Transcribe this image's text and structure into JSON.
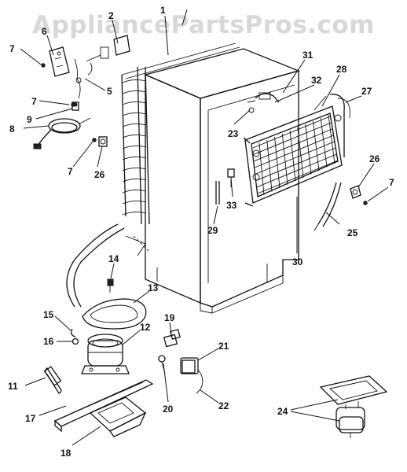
{
  "watermark": "AppliancePartsPros.com",
  "callouts": {
    "c1": "1",
    "c2": "2",
    "c5": "5",
    "c6": "6",
    "c7a": "7",
    "c7b": "7",
    "c7c": "7",
    "c7d": "7",
    "c8": "8",
    "c9": "9",
    "c11": "11",
    "c12": "12",
    "c13": "13",
    "c14": "14",
    "c15": "15",
    "c16": "16",
    "c17": "17",
    "c18": "18",
    "c19": "19",
    "c20": "20",
    "c21": "21",
    "c22": "22",
    "c23": "23",
    "c24": "24",
    "c25": "25",
    "c26a": "26",
    "c26b": "26",
    "c27": "27",
    "c28": "28",
    "c29": "29",
    "c30": "30",
    "c31": "31",
    "c32": "32",
    "c33": "33"
  }
}
